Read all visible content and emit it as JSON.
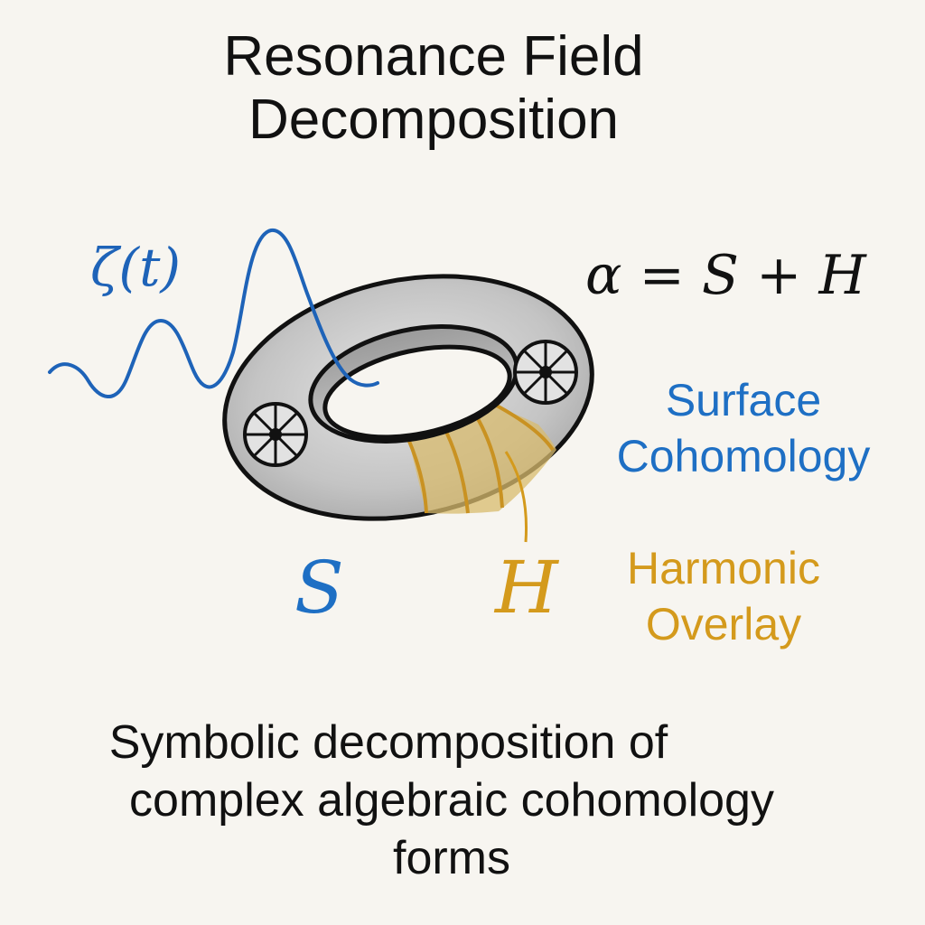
{
  "title": {
    "line1": "Resonance Field",
    "line2": "Decomposition"
  },
  "formula": "α = S + H",
  "wave_label": "ζ(t)",
  "surface_label": {
    "line1": "Surface",
    "line2": "Cohomology"
  },
  "harmonic_label": {
    "line1": "Harmonic",
    "line2": "Overlay"
  },
  "symbol_s": "S",
  "symbol_h": "H",
  "caption": {
    "line1": "Symbolic decomposition of",
    "line2": "complex algebraic cohomology",
    "line3": "forms"
  },
  "colors": {
    "background": "#f7f5f0",
    "surface_blue": "#1e6fc4",
    "harmonic_gold": "#d49a1c",
    "torus_gray": "#c8c8c8",
    "text": "#111111"
  }
}
